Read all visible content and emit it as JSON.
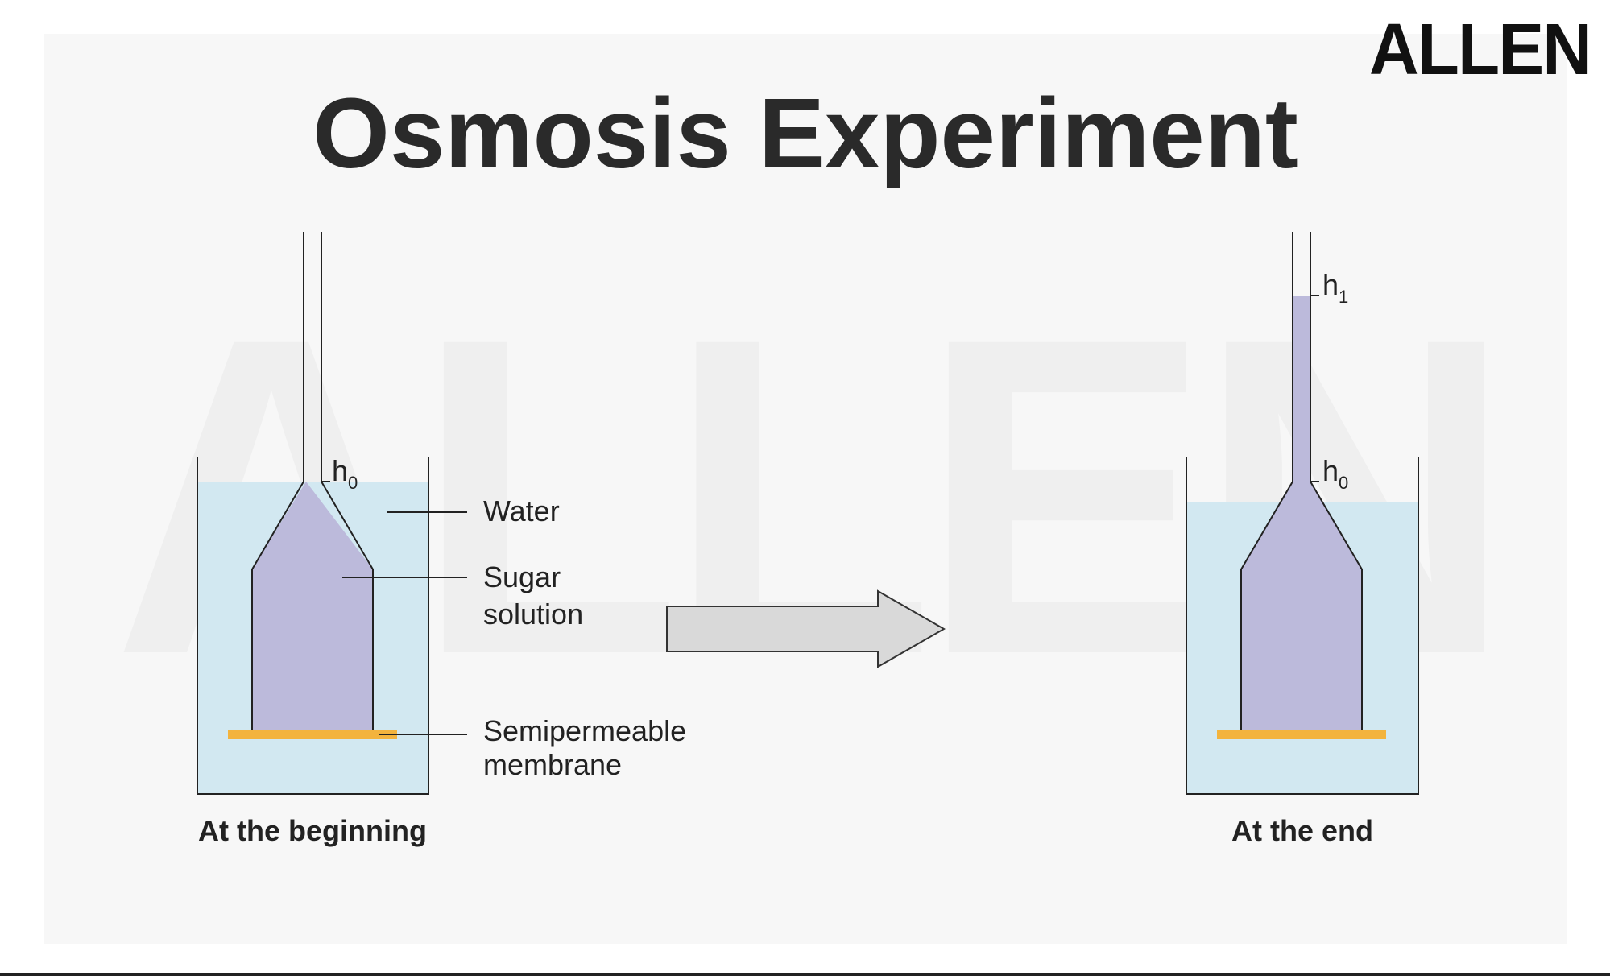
{
  "title": "Osmosis Experiment",
  "logo": {
    "text": "ALLEN"
  },
  "watermark": {
    "text": "ALLEN"
  },
  "labels": {
    "water": "Water",
    "sugar_line1": "Sugar",
    "sugar_line2": "solution",
    "membrane_line1": "Semipermeable",
    "membrane_line2": "membrane"
  },
  "height_marks": {
    "h0_base": "h",
    "h0_sub": "0",
    "h1_base": "h",
    "h1_sub": "1"
  },
  "captions": {
    "beginning": "At the beginning",
    "end": "At the end"
  },
  "colors": {
    "water": "#d2e8f1",
    "sugar_solution": "#bcbadb",
    "membrane": "#f3b33d",
    "arrow_fill": "#d9d9d9",
    "background_panel": "#f7f7f7",
    "title": "#2a2a2a"
  }
}
